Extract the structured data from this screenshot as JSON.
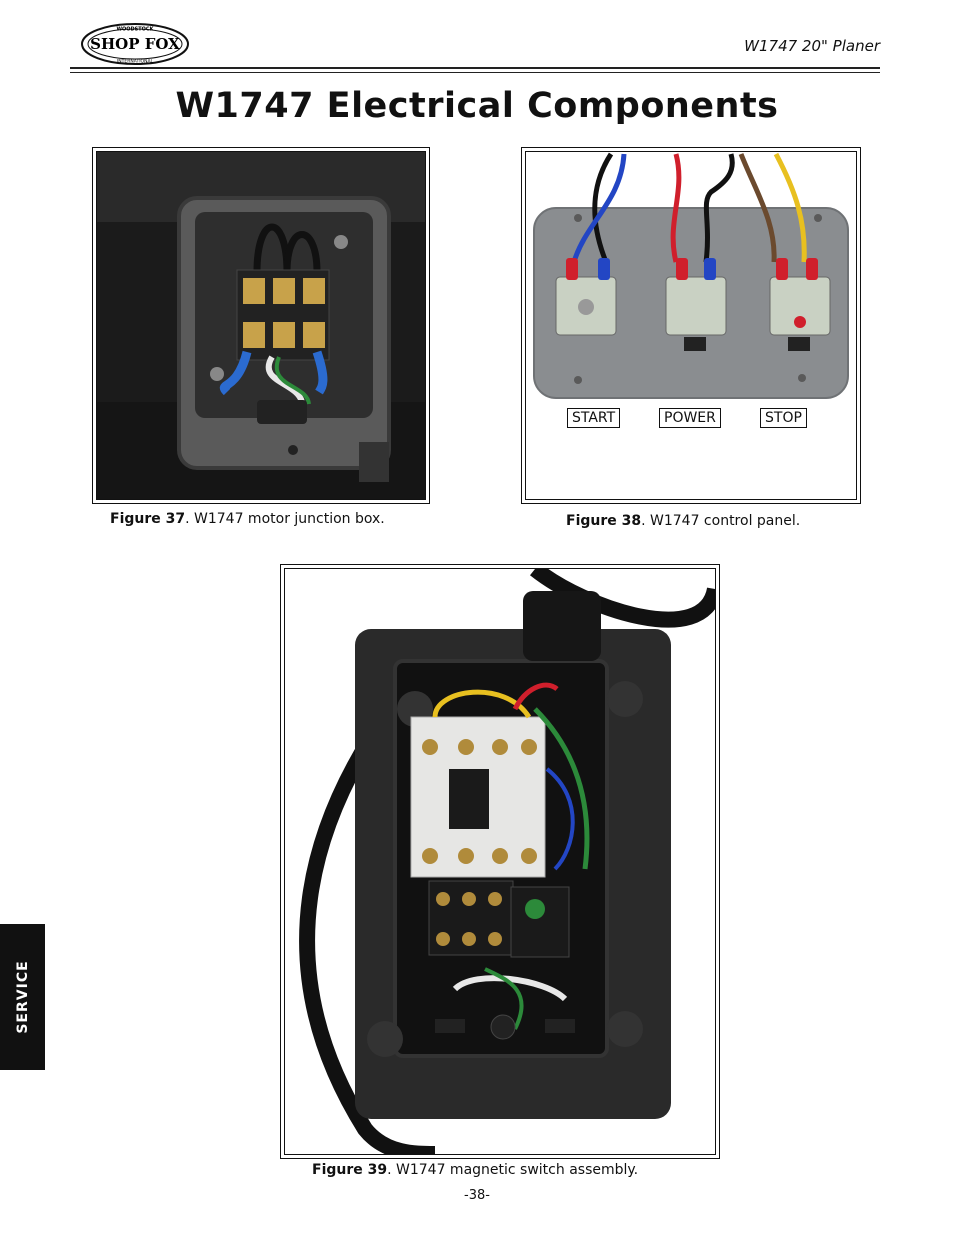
{
  "header": {
    "logo_text": "SHOP FOX",
    "logo_ring_top": "WOODSTOCK",
    "logo_ring_bottom": "INTERNATIONAL",
    "doc_title": "W1747 20\" Planer"
  },
  "page_heading": "W1747 Electrical Components",
  "figures": [
    {
      "label": "Figure 37",
      "text": ". W1747 motor junction box."
    },
    {
      "label": "Figure 38",
      "text": ". W1747 control panel."
    },
    {
      "label": "Figure 39",
      "text": ". W1747 magnetic switch assembly."
    }
  ],
  "control_panel": {
    "buttons": [
      "START",
      "POWER",
      "STOP"
    ],
    "wire_colors": [
      "#2346c4",
      "#111111",
      "#d01f2c",
      "#6b4a2e",
      "#e8c020"
    ]
  },
  "side_tab": "SERVICE",
  "page_number": "-38-"
}
